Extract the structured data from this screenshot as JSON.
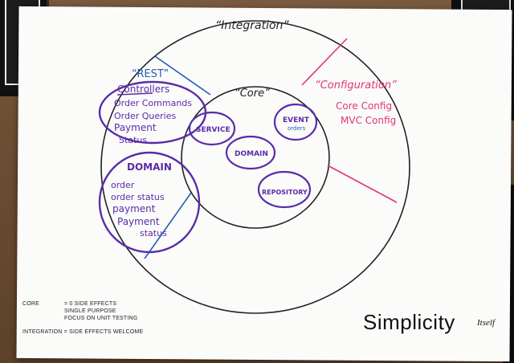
{
  "board": {
    "outer_label": "“Integration”",
    "inner_label": "“Core”",
    "rest": {
      "title": "“REST”",
      "items": [
        "Controllers",
        "Order Commands",
        "Order Queries",
        "Payment",
        "Status"
      ]
    },
    "domain_section": {
      "title": "DOMAIN",
      "items": [
        "order",
        "order status",
        "payment",
        "Payment",
        "status"
      ]
    },
    "configuration": {
      "title": "“Configuration”",
      "items": [
        "Core Config",
        "MVC Config"
      ]
    },
    "core_bubbles": {
      "service": "SERVICE",
      "event": "EVENT",
      "event_sub": "orders",
      "domain": "DOMAIN",
      "repository": "REPOSITORY"
    },
    "legend": {
      "core_key": "CORE",
      "core_values": [
        "= 0 SIDE EFFECTS",
        "SINGLE PURPOSE",
        "FOCUS ON UNIT TESTING"
      ],
      "integration_key": "INTEGRATION",
      "integration_value": "= SIDE EFFECTS WELCOME"
    },
    "signature": {
      "title": "Simplicity",
      "suffix": "Itself"
    }
  },
  "colors": {
    "black_marker": "#222222",
    "purple_marker": "#5a2ca8",
    "blue_marker": "#1f5fb8",
    "pink_marker": "#e0357a"
  }
}
